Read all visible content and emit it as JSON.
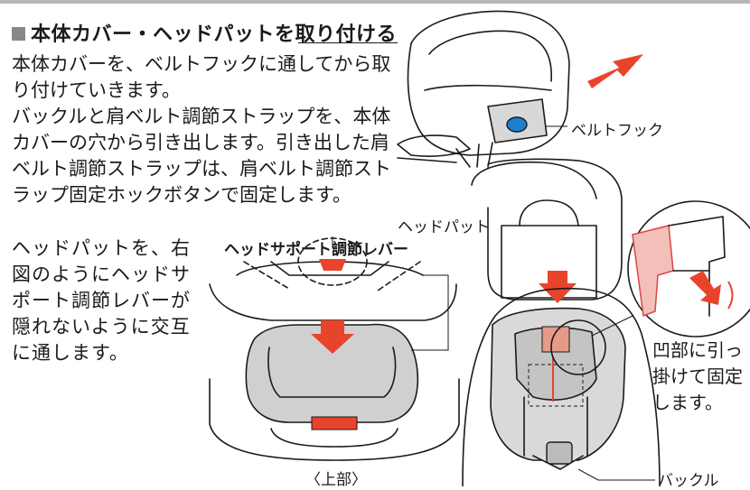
{
  "heading": "本体カバー・ヘッドパットを取り付ける",
  "paragraphs": [
    "本体カバーを、ベルトフックに通してから取り付けていきます。",
    "バックルと肩ベルト調節ストラップを、本体カバーの穴から引き出します。引き出した肩ベルト調節ストラップは、肩ベルト調節ストラップ固定ホックボタンで固定します。"
  ],
  "narrow_paragraph": "ヘッドパットを、右図のようにヘッドサポート調節レバーが隠れないように交互に通します。",
  "labels": {
    "belt_hook": "ベルトフック",
    "head_pad": "ヘッドパット",
    "head_support_lever": "ヘッドサポート調節レバー",
    "top_view": "〈上部〉",
    "hook_instruction": "凹部に引っ掛けて固定します。",
    "buckle": "バックル"
  },
  "colors": {
    "accent_red": "#e8442c",
    "pad_grey": "#d0d0d0",
    "heading_square": "#888888",
    "hook_blue": "#1e7fd0"
  }
}
